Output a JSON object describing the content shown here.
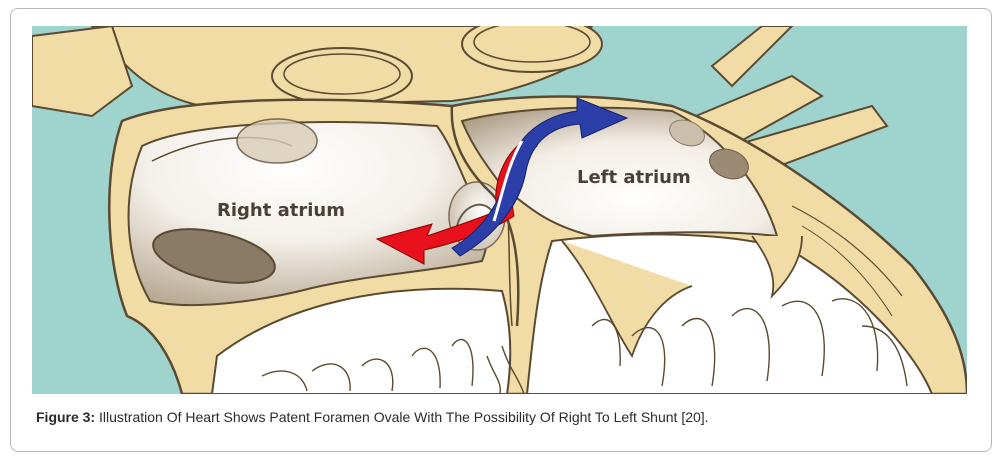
{
  "illustration": {
    "labels": {
      "right_atrium": "Right atrium",
      "left_atrium": "Left atrium"
    },
    "colors": {
      "background": "#9fd3cd",
      "tissue": "#f2dca6",
      "outline": "#5b4a32",
      "shunt_right_to_left": "#e8101a",
      "shunt_left_to_right": "#2c3fa8"
    }
  },
  "caption": {
    "label": "Figure 3:",
    "text": " Illustration Of Heart Shows Patent Foramen Ovale With The Possibility Of Right To Left Shunt [20]."
  }
}
